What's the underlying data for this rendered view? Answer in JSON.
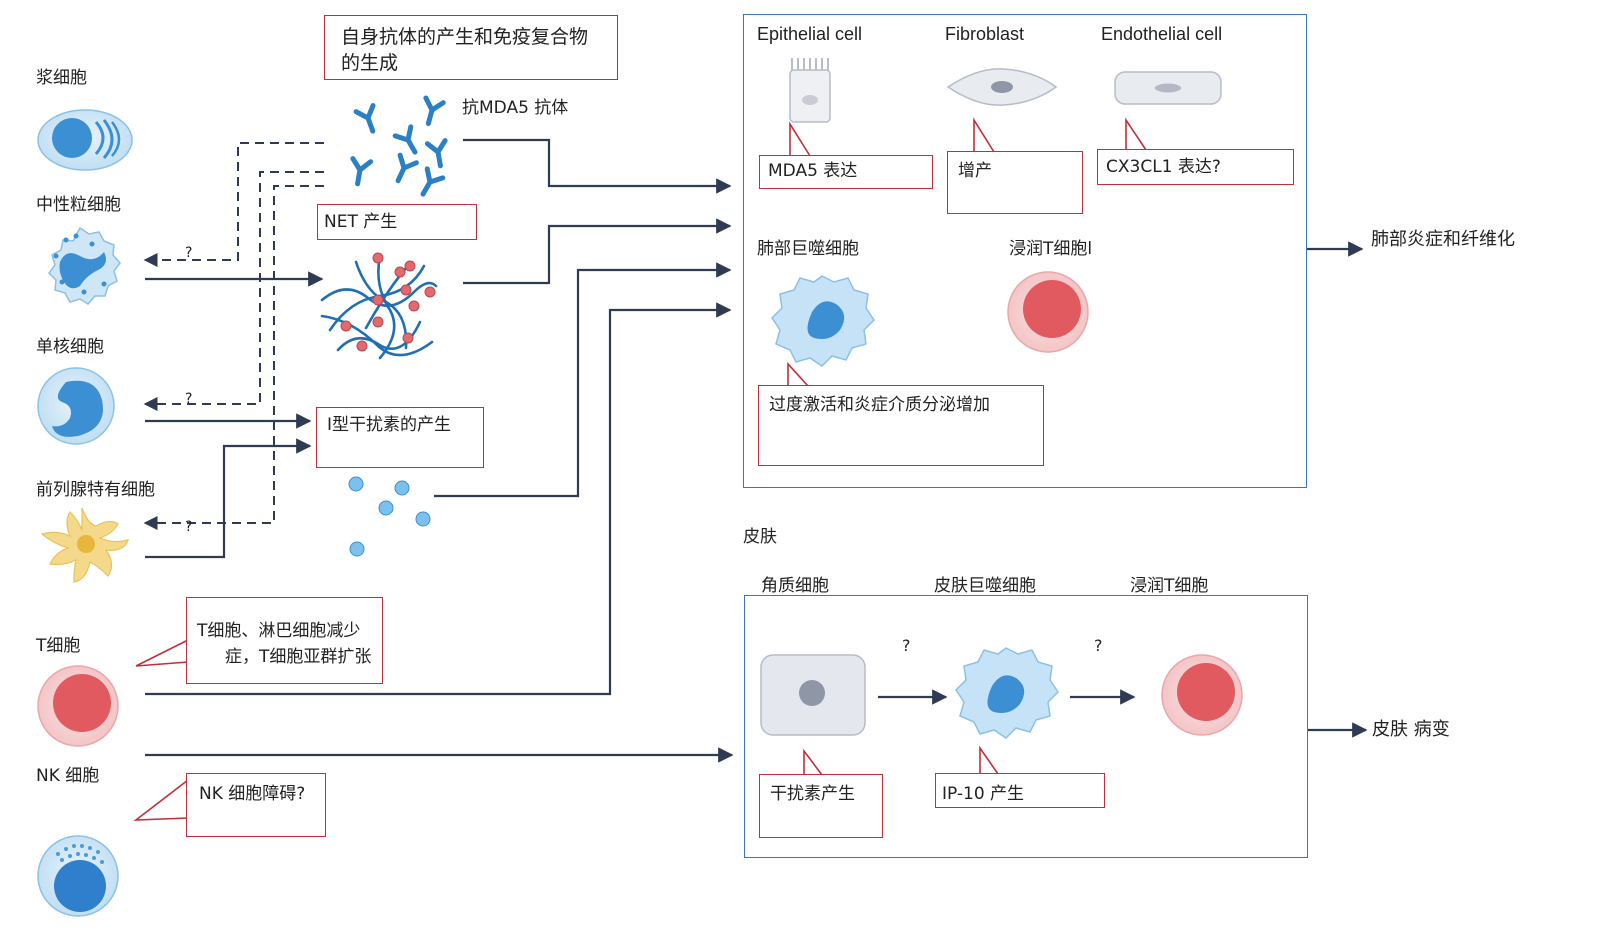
{
  "cells_left": {
    "plasma": "浆细胞",
    "neutrophil": "中性粒细胞",
    "monocyte": "单核细胞",
    "pdc": "前列腺特有细胞",
    "tcell": "T细胞",
    "nkcell": "NK 细胞"
  },
  "question": "?",
  "mediators": {
    "autoantibody_box": "自身抗体的产生和免疫复合物的生成",
    "anti_mda5": "抗MDA5 抗体",
    "net_box": "NET 产生",
    "ifn_box": "I型干扰素的产生"
  },
  "callouts_left": {
    "tcell": "T细胞、淋巴细胞减少症，T细胞亚群扩张",
    "nk": "NK 细胞障碍?"
  },
  "lung": {
    "epithelial": "Epithelial  cell",
    "fibroblast": "Fibroblast",
    "endothelial": "Endothelial  cell",
    "mda5": "MDA5 表达",
    "proliferation": "增产",
    "cx3cl1": "CX3CL1 表达?",
    "macrophage": "肺部巨噬细胞",
    "infiltrating_t": "浸润T细胞l",
    "overactivation": "过度激活和炎症介质分泌增加",
    "outcome": "肺部炎症和纤维化"
  },
  "skin": {
    "title": "皮肤",
    "keratinocyte": "角质细胞",
    "skin_macrophage": "皮肤巨噬细胞",
    "infiltrating_t": "浸润T细胞",
    "ifn_production": "干扰素产生",
    "ip10": "IP-10 产生",
    "outcome": "皮肤 病变"
  }
}
